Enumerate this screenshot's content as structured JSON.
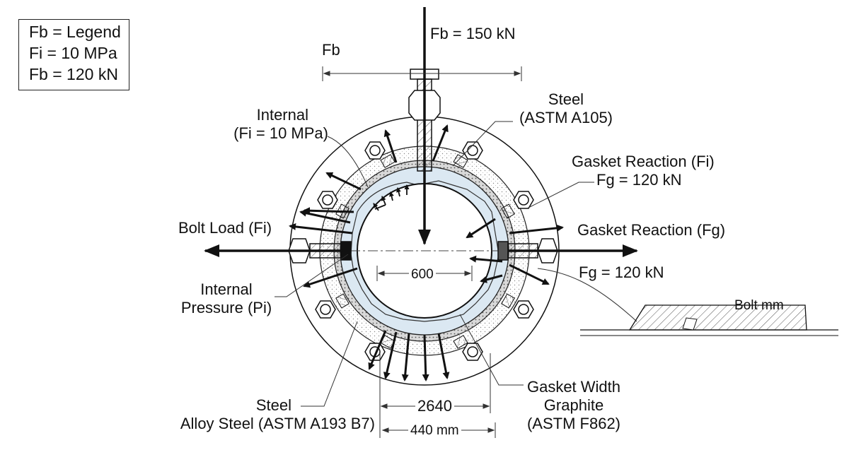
{
  "legend": {
    "line1": "Fb = Legend",
    "line2": "Fi = 10 MPa",
    "line3": "Fb = 120 kN"
  },
  "labels": {
    "top_force": "Fb = 150 kN",
    "fb_dim": "Fb",
    "steel_top_l1": "Steel",
    "steel_top_l2": "(ASTM A105)",
    "internal_l1": "Internal",
    "internal_l2": "(Fi = 10 MPa)",
    "gasket_reaction_fi_l1": "Gasket Reaction (Fi)",
    "gasket_reaction_fi_l2": "Fg = 120 kN",
    "bolt_load": "Bolt Load (Fi)",
    "gasket_reaction_fg": "Gasket Reaction (Fg)",
    "fg_right": "Fg = 120 kN",
    "internal_pressure_l1": "Internal",
    "internal_pressure_l2": "Pressure (Pi)",
    "dim_600": "600",
    "bolt_mm": "Bolt mm",
    "steel_bottom_l1": "Steel",
    "steel_bottom_l2": "Alloy Steel (ASTM A193 B7)",
    "dim_2640": "2640",
    "dim_440": "440 mm",
    "gasket_width_l1": "Gasket Width",
    "gasket_width_l2": "Graphite",
    "gasket_width_l3": "(ASTM F862)"
  }
}
